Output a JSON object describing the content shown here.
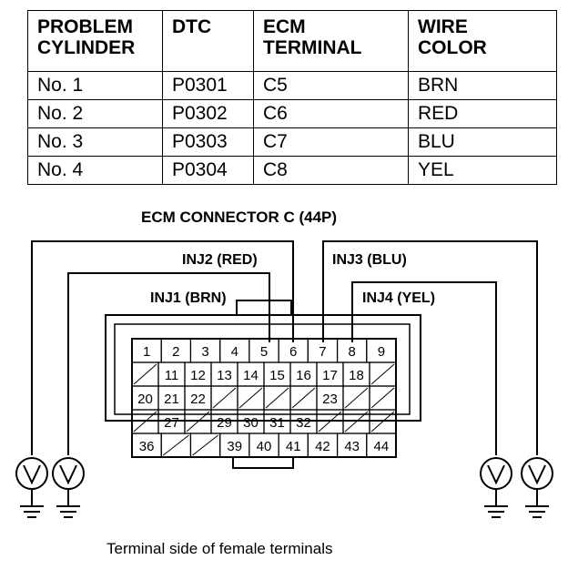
{
  "table": {
    "headers": [
      [
        "PROBLEM",
        "CYLINDER"
      ],
      [
        "DTC"
      ],
      [
        "ECM",
        "TERMINAL"
      ],
      [
        "WIRE",
        "COLOR"
      ]
    ],
    "rows": [
      [
        "No. 1",
        "P0301",
        "C5",
        "BRN"
      ],
      [
        "No. 2",
        "P0302",
        "C6",
        "RED"
      ],
      [
        "No. 3",
        "P0303",
        "C7",
        "BLU"
      ],
      [
        "No. 4",
        "P0304",
        "C8",
        "YEL"
      ]
    ]
  },
  "diagram": {
    "connector_title": "ECM CONNECTOR C (44P)",
    "labels": {
      "inj1": "INJ1 (BRN)",
      "inj2": "INJ2 (RED)",
      "inj3": "INJ3 (BLU)",
      "inj4": "INJ4 (YEL)"
    },
    "terminals": {
      "row1": [
        "1",
        "2",
        "3",
        "4",
        "5",
        "6",
        "7",
        "8",
        "9"
      ],
      "row2": [
        "",
        "11",
        "12",
        "13",
        "14",
        "15",
        "16",
        "17",
        "18",
        ""
      ],
      "row3": [
        "20",
        "21",
        "22",
        "",
        "",
        "",
        "",
        "23",
        "",
        ""
      ],
      "row4": [
        "",
        "27",
        "",
        "29",
        "30",
        "31",
        "32",
        "",
        "",
        ""
      ],
      "row5": [
        "36",
        "",
        "",
        "39",
        "40",
        "41",
        "42",
        "43",
        "44"
      ]
    },
    "footer": "Terminal side of female terminals"
  }
}
